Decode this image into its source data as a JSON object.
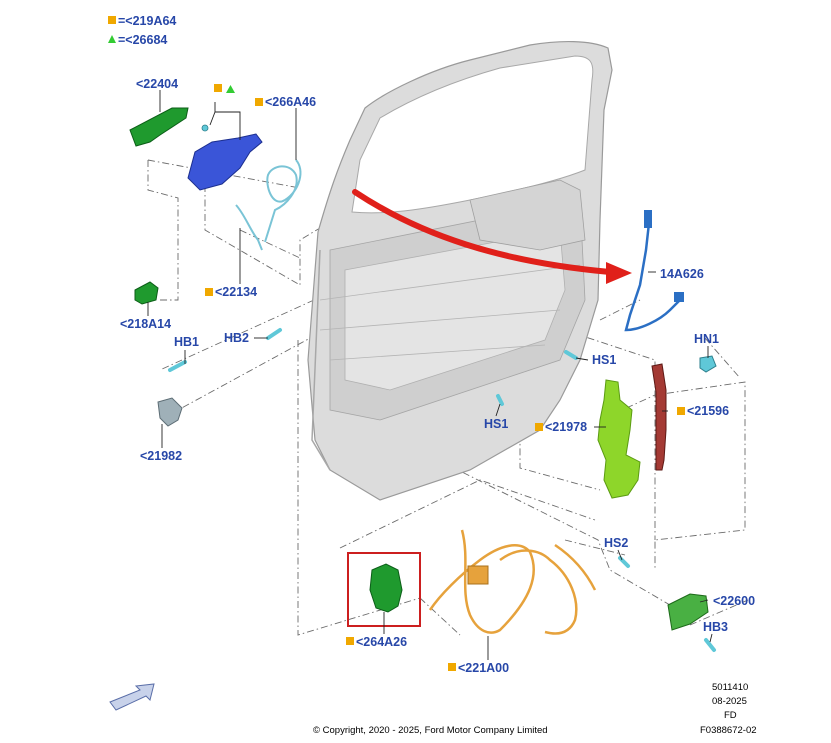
{
  "legend": [
    {
      "symbol": "square",
      "text": "=<219A64",
      "color": "#f0a800"
    },
    {
      "symbol": "triangle",
      "text": "=<26684",
      "color": "#33cc33"
    }
  ],
  "callouts": {
    "c22404": "<22404",
    "c266A46": "<266A46",
    "c22134": "<22134",
    "c218A14": "<218A14",
    "cHB2": "HB2",
    "cHB1": "HB1",
    "c21982": "<21982",
    "c14A626": "14A626",
    "cHN1": "HN1",
    "cHS1a": "HS1",
    "cHS1b": "HS1",
    "c21596": "<21596",
    "c21978": "<21978",
    "cHS2": "HS2",
    "c22600": "<22600",
    "cHB3": "HB3",
    "c264A26": "<264A26",
    "c221A00": "<221A00"
  },
  "footer": {
    "code1": "5011410",
    "code2": "08-2025",
    "code3": "FD",
    "code4": "F0388672-02",
    "copyright": "© Copyright, 2020 - 2025, Ford Motor Company Limited"
  },
  "colors": {
    "label": "#2747a8",
    "square_marker": "#f0a800",
    "triangle_marker": "#33cc33",
    "highlight_box": "#cc1f1f",
    "arrow": "#e0201a",
    "door": "#d9d9d9",
    "dark_green": "#1f9a2e",
    "blue_part": "#3a55d8",
    "cyan_part": "#5fc8d8",
    "lime_part": "#8ed62a",
    "orange_part": "#e6a23c",
    "seal": "#a43a34"
  },
  "icons": [
    "view-direction-arrow-icon",
    "square-marker-icon",
    "triangle-marker-icon"
  ]
}
